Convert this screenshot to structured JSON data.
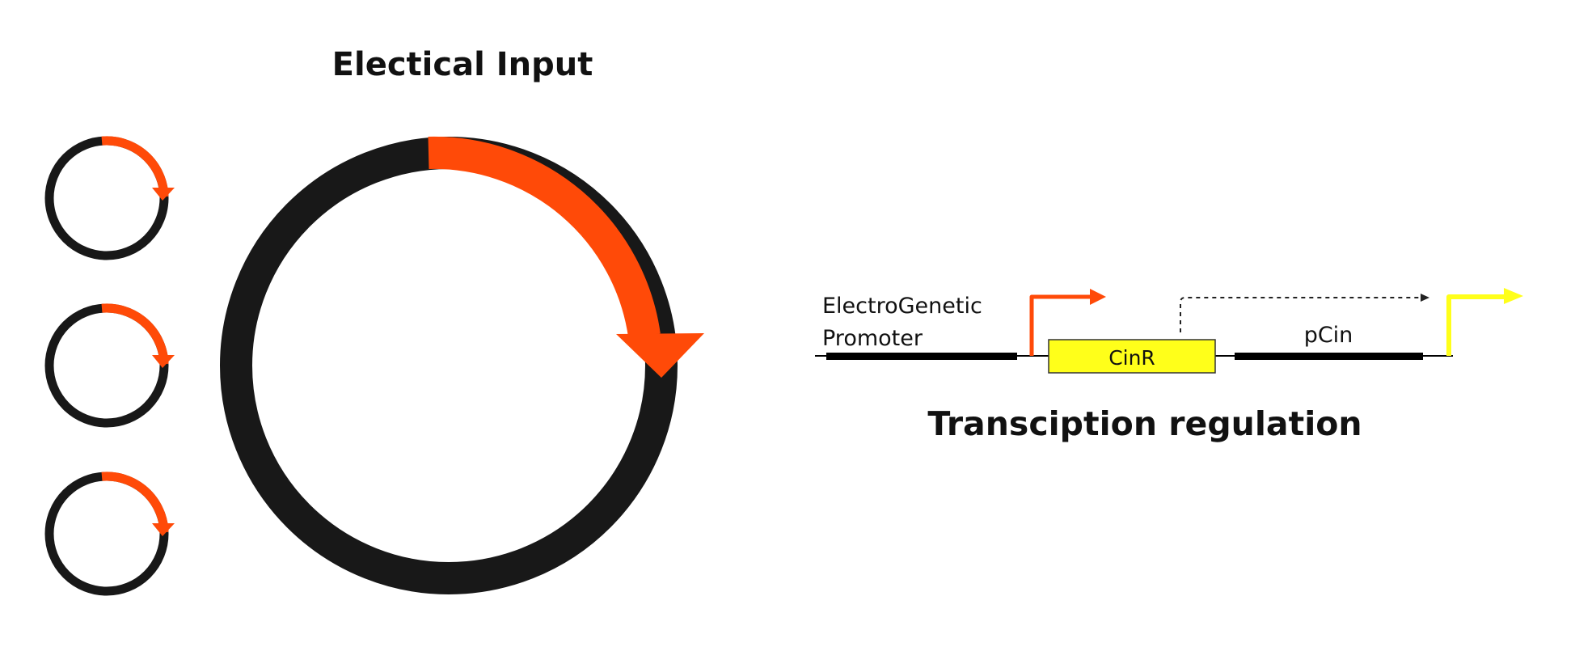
{
  "titles": {
    "electrical_input": "Electical Input",
    "transcription_regulation": "Transciption regulation"
  },
  "colors": {
    "ring": "#181818",
    "input_arrow": "#ff4a08",
    "cinr_box": "#ffff1a",
    "output_promoter": "#ffff1a",
    "backbone": "#000000",
    "dotted_arrow": "#222222"
  },
  "small_rings": [
    {
      "id": "ring-1",
      "arrow_fraction": 0.25
    },
    {
      "id": "ring-2",
      "arrow_fraction": 0.25
    },
    {
      "id": "ring-3",
      "arrow_fraction": 0.25
    }
  ],
  "large_ring": {
    "arrow_fraction": 0.27
  },
  "gene_circuit": {
    "promoter_label_line1": "ElectroGenetic",
    "promoter_label_line2": "Promoter",
    "gene_label": "CinR",
    "output_promoter_label": "pCin"
  }
}
